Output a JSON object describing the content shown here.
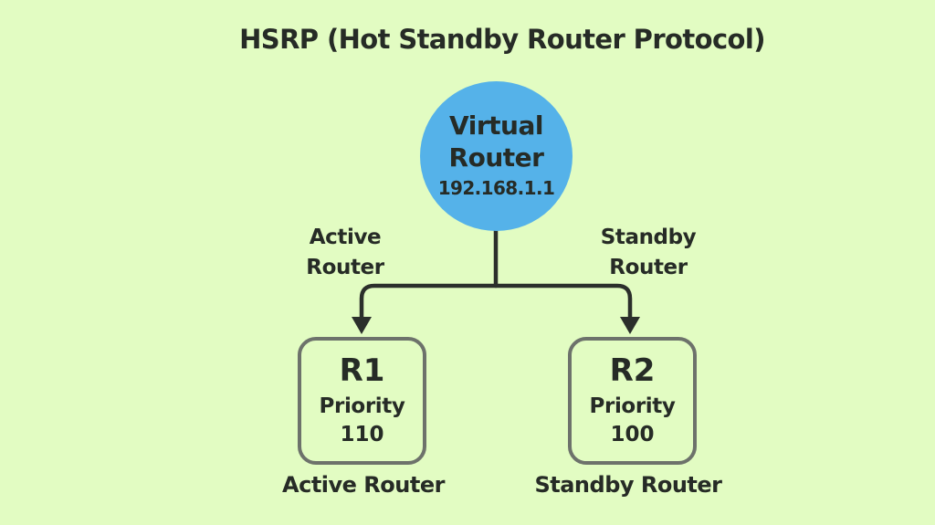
{
  "title": "HSRP (Hot Standby Router Protocol)",
  "virtual_router": {
    "line1": "Virtual",
    "line2": "Router",
    "ip": "192.168.1.1",
    "color": "#55b2e9"
  },
  "branch_labels": {
    "left": {
      "line1": "Active",
      "line2": "Router"
    },
    "right": {
      "line1": "Standby",
      "line2": "Router"
    }
  },
  "routers": [
    {
      "name": "R1",
      "priority_label": "Priority",
      "priority": "110",
      "caption": "Active Router"
    },
    {
      "name": "R2",
      "priority_label": "Priority",
      "priority": "100",
      "caption": "Standby Router"
    }
  ],
  "colors": {
    "background": "#e2fcc2",
    "box_border": "#6d726b",
    "connector": "#2b2f2b",
    "text": "#262b26"
  }
}
